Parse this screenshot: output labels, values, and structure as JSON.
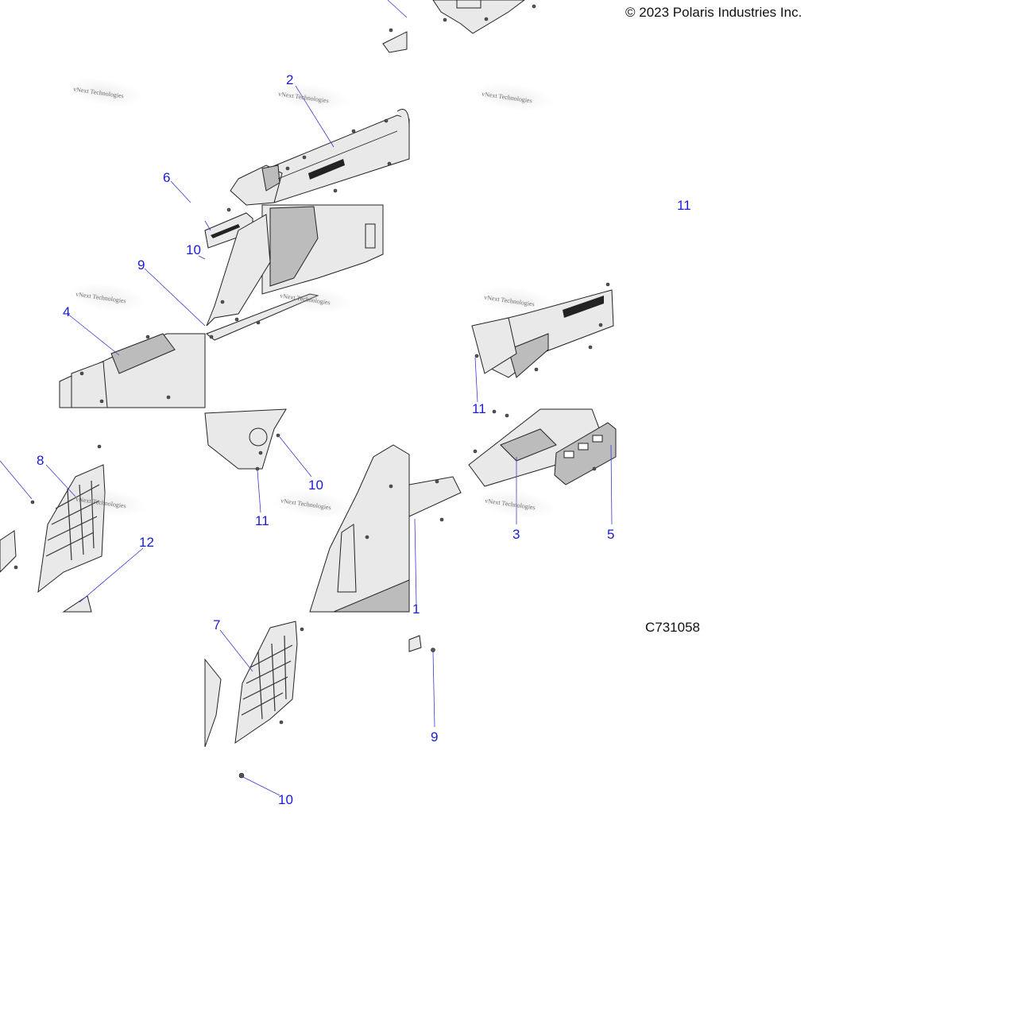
{
  "header": {
    "copyright": "© 2023 Polaris Industries Inc."
  },
  "footer": {
    "code": "C731058"
  },
  "watermark": {
    "text": "vNext Technologies"
  },
  "colors": {
    "callout": "#1a1ad6",
    "leader": "#3a3ad0",
    "text": "#111111"
  },
  "callouts": {
    "c2": "2",
    "c6": "6",
    "c10a": "10",
    "c9a": "9",
    "c4": "4",
    "c8": "8",
    "c12": "12",
    "c10b": "10",
    "c11a": "11",
    "c3": "3",
    "c5": "5",
    "c1": "1",
    "c7": "7",
    "c9b": "9",
    "c10c": "10",
    "c11b": "11",
    "c11c": "11"
  }
}
